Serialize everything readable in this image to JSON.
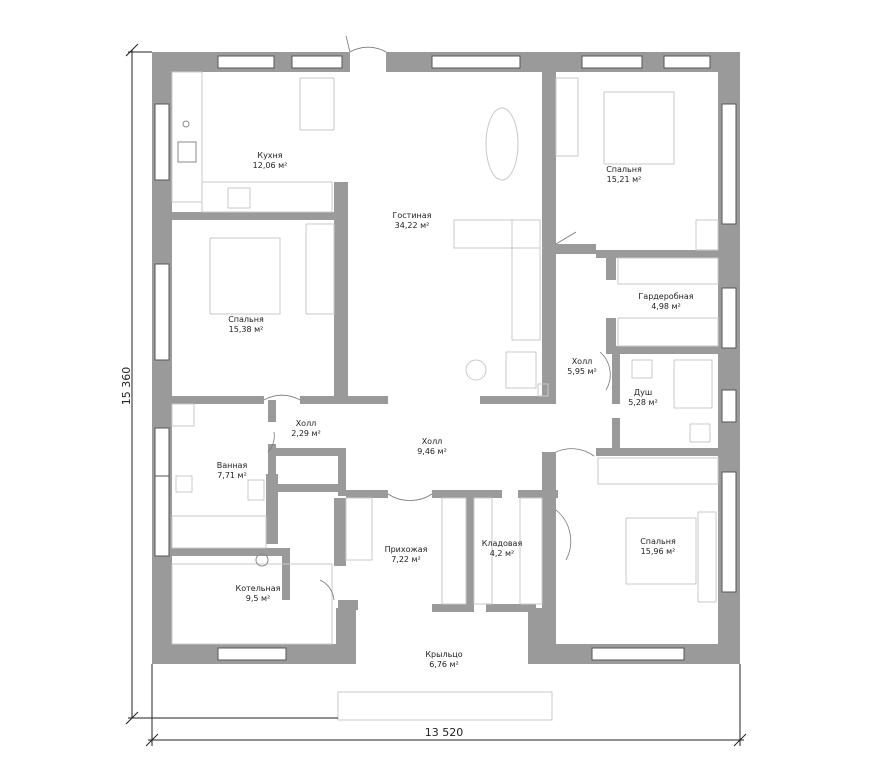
{
  "rooms": {
    "kitchen": {
      "name": "Кухня",
      "area": "12,06 м²"
    },
    "living": {
      "name": "Гостиная",
      "area": "34,22 м²"
    },
    "bed_ne": {
      "name": "Спальня",
      "area": "15,21 м²"
    },
    "bed_w": {
      "name": "Спальня",
      "area": "15,38 м²"
    },
    "wardrobe": {
      "name": "Гардеробная",
      "area": "4,98 м²"
    },
    "hall_e": {
      "name": "Холл",
      "area": "5,95 м²"
    },
    "shower": {
      "name": "Душ",
      "area": "5,28 м²"
    },
    "hall_w": {
      "name": "Холл",
      "area": "2,29 м²"
    },
    "hall_c": {
      "name": "Холл",
      "area": "9,46 м²"
    },
    "bath": {
      "name": "Ванная",
      "area": "7,71 м²"
    },
    "entry": {
      "name": "Прихожая",
      "area": "7,22 м²"
    },
    "pantry": {
      "name": "Кладовая",
      "area": "4,2 м²"
    },
    "bed_se": {
      "name": "Спальня",
      "area": "15,96 м²"
    },
    "boiler": {
      "name": "Котельная",
      "area": "9,5 м²"
    },
    "porch": {
      "name": "Крыльцо",
      "area": "6,76 м²"
    }
  },
  "dimensions": {
    "width": "13 520",
    "height": "15 360"
  }
}
